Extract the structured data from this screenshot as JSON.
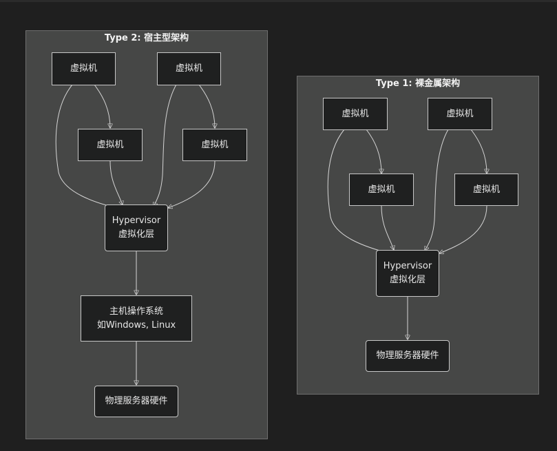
{
  "clusters": {
    "type2": {
      "title": "Type 2: 宿主型架构",
      "vm1": "虚拟机",
      "vm2": "虚拟机",
      "vm3": "虚拟机",
      "vm4": "虚拟机",
      "hypervisor": "Hypervisor\n虚拟化层",
      "host_os": "主机操作系统\n如Windows, Linux",
      "hardware": "物理服务器硬件"
    },
    "type1": {
      "title": "Type 1: 裸金属架构",
      "vm1": "虚拟机",
      "vm2": "虚拟机",
      "vm3": "虚拟机",
      "vm4": "虚拟机",
      "hypervisor": "Hypervisor\n虚拟化层",
      "hardware": "物理服务器硬件"
    }
  },
  "colors": {
    "background": "#1f1f1f",
    "cluster_fill": "#464746",
    "node_fill": "#1f2020",
    "edge": "#d6d6d6",
    "text": "#e8e8e8"
  }
}
